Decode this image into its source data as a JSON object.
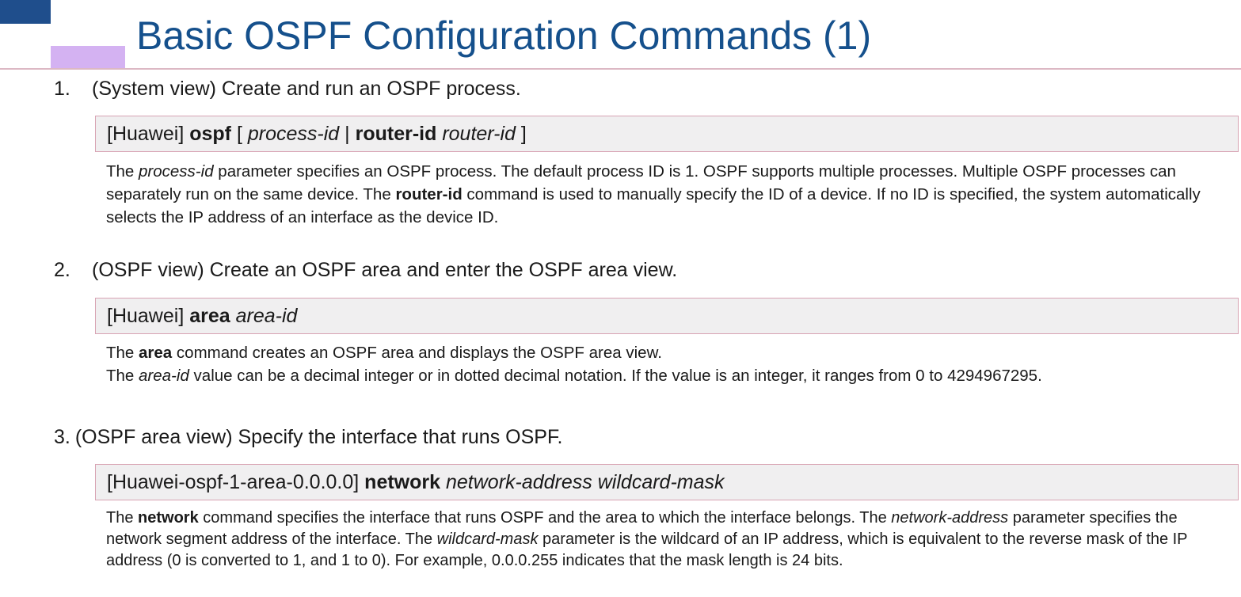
{
  "slide": {
    "title": "Basic OSPF Configuration Commands (1)"
  },
  "steps": [
    {
      "number": "1.",
      "heading": "(System view) Create and run an OSPF process.",
      "command": {
        "prompt": "[Huawei]",
        "keyword": "ospf",
        "open_bracket": "[",
        "param1": "process-id",
        "separator": "|",
        "keyword2": "router-id",
        "param2": "router-id",
        "close_bracket": "]"
      },
      "description": {
        "t1": "The",
        "param_process_id": "process-id",
        "t2": "parameter specifies an OSPF process. The default process ID is 1. OSPF supports multiple processes. Multiple OSPF processes can separately run on the same device. The",
        "kw_router_id": "router-id",
        "t3": "command is used to manually specify the ID of a device. If no ID is specified, the system automatically selects the IP address of an interface as the device ID."
      }
    },
    {
      "number": "2.",
      "heading": "(OSPF view) Create an OSPF area and enter the OSPF area view.",
      "command": {
        "prompt": "[Huawei]",
        "keyword": "area",
        "param1": "area-id"
      },
      "description": {
        "line1_t1": "The",
        "kw_area": "area",
        "line1_t2": "command creates an OSPF area and displays the OSPF area view.",
        "line2_t1": "The",
        "param_area_id": "area-id",
        "line2_t2": "value can be a decimal integer or in dotted decimal notation. If the value is an integer, it ranges from 0 to 4294967295."
      }
    },
    {
      "number": "3.",
      "heading": "(OSPF area view) Specify the interface that runs OSPF.",
      "command": {
        "prompt": "[Huawei-ospf-1-area-0.0.0.0]",
        "keyword": "network",
        "param1": "network-address",
        "param2": "wildcard-mask"
      },
      "description": {
        "t1": "The",
        "kw_network": "network",
        "t2": "command specifies the interface that runs OSPF and the area to which the interface belongs. The",
        "param_network_address": "network-address",
        "t3": "parameter specifies the network segment address of the interface. The",
        "param_wildcard_mask": "wildcard-mask",
        "t4": "parameter is the wildcard of an IP address, which is equivalent to the reverse mask of the IP address (0 is converted to 1, and 1 to 0). For example, 0.0.0.255 indicates that the mask length is 24 bits."
      }
    }
  ],
  "colors": {
    "title": "#15508c",
    "deco_blue": "#1f4e8c",
    "deco_violet": "#d4b2f2",
    "box_border": "#d8a3b3",
    "box_fill": "#f0eff0"
  }
}
